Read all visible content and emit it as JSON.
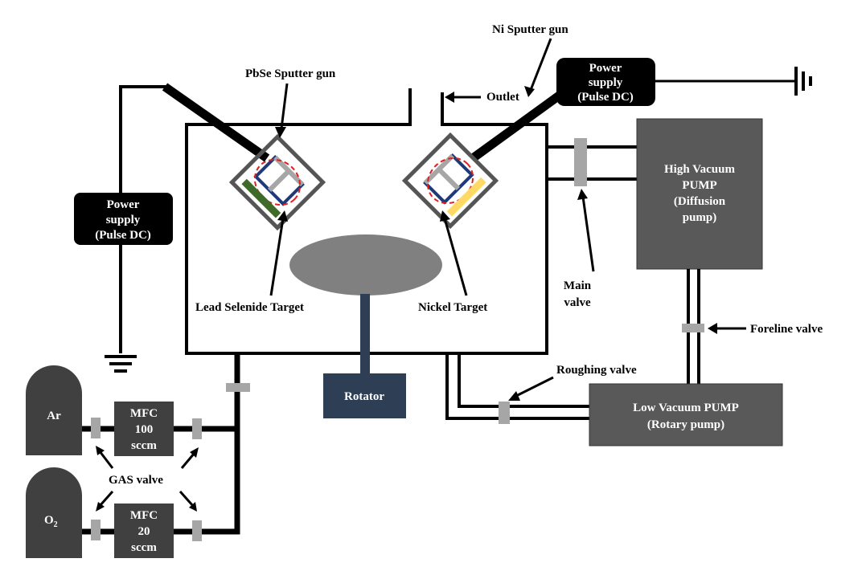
{
  "labels": {
    "ni_gun": "Ni Sputter gun",
    "pbse_gun": "PbSe Sputter gun",
    "outlet": "Outlet",
    "power_right": [
      "Power",
      "supply",
      "(Pulse DC)"
    ],
    "power_left": [
      "Power",
      "supply",
      "(Pulse DC)"
    ],
    "high_vac": [
      "High Vacuum",
      "PUMP",
      "(Diffusion",
      "pump)"
    ],
    "main_valve": [
      "Main",
      "valve"
    ],
    "foreline_valve": "Foreline valve",
    "roughing_valve": "Roughing valve",
    "low_vac": [
      "Low Vacuum  PUMP",
      "(Rotary  pump)"
    ],
    "lead_target": "Lead  Selenide Target",
    "nickel_target": "Nickel Target",
    "rotator": "Rotator",
    "ar": "Ar",
    "o2": "O",
    "o2_sub": "2",
    "mfc1": [
      "MFC",
      "100",
      "sccm"
    ],
    "mfc2": [
      "MFC",
      "20",
      "sccm"
    ],
    "gas_valve": "GAS valve"
  },
  "colors": {
    "pump": "#595959",
    "cylinder": "#404040",
    "valve": "#a6a6a6",
    "rotator": "#2e3f55",
    "substrate": "#808080",
    "lead_target": "#3e6b2a",
    "nickel_target": "#ffd966",
    "magnet": "#1f3a7a",
    "field": "#e02020"
  }
}
